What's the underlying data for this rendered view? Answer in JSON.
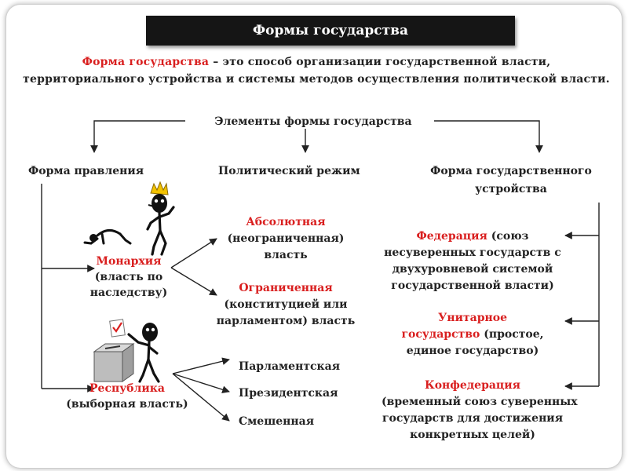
{
  "title": "Формы государства",
  "definition": {
    "term": "Форма государства",
    "text": " – это способ организации государственной власти, территориального устройства и системы методов осуществления политической власти."
  },
  "elements_header": "Элементы формы государства",
  "columns": {
    "government": "Форма правления",
    "regime": "Политический режим",
    "structure_line1": "Форма государственного",
    "structure_line2": "устройства"
  },
  "monarchy": {
    "name": "Монархия",
    "desc_line1": "(власть по",
    "desc_line2": "наследству)",
    "types": [
      {
        "name": "Абсолютная",
        "line1": "(неограниченная)",
        "line2": "власть"
      },
      {
        "name": "Ограниченная",
        "line1": "(конституцией или",
        "line2": "парламентом) власть"
      }
    ]
  },
  "republic": {
    "name": "Республика",
    "desc": "(выборная власть)",
    "types": [
      "Парламентская",
      "Президентская",
      "Смешенная"
    ]
  },
  "structures": [
    {
      "name": "Федерация",
      "line1": " (союз",
      "line2": "несуверенных государств с",
      "line3": "двухуровневой системой",
      "line4": "государственной власти)"
    },
    {
      "name_line1": "Унитарное",
      "name_line2": "государство",
      "line1": " (простое,",
      "line2": "единое государство)"
    },
    {
      "name": "Конфедерация",
      "line1": "(временный союз суверенных",
      "line2": "государств для достижения",
      "line3": "конкретных целей)"
    }
  ],
  "colors": {
    "accent_red": "#d91f1f",
    "title_bar": "#151515",
    "text": "#222222"
  }
}
